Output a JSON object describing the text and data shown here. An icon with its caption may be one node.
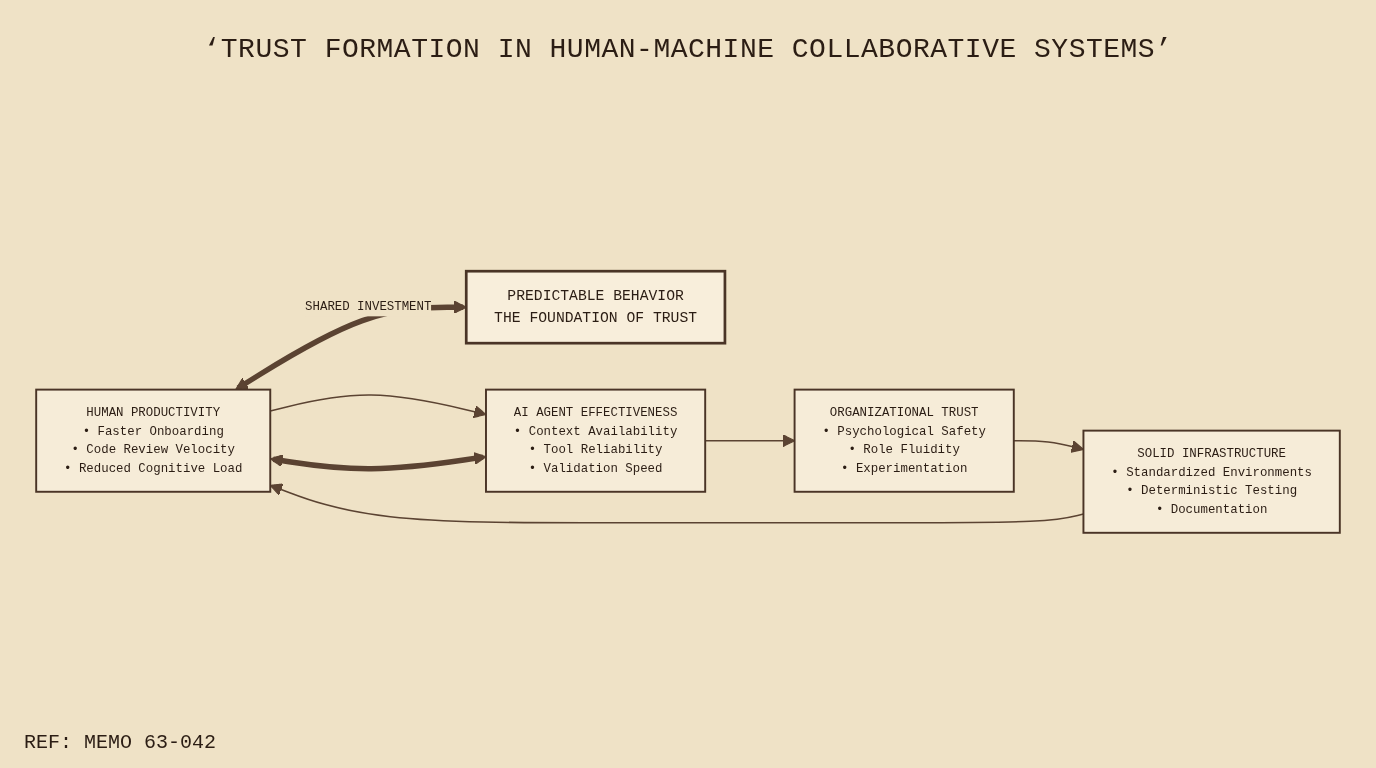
{
  "diagram": {
    "title": "‘TRUST FORMATION IN HUMAN-MACHINE COLLABORATIVE SYSTEMS’",
    "nodes": [
      {
        "text": [
          "HUMAN PRODUCTIVITY",
          "• Faster Onboarding",
          "• Code Review Velocity",
          "• Reduced Cognitive Load"
        ]
      },
      {
        "text": [
          "SOLID INFRASTRUCTURE",
          "• Standardized Environments",
          "• Deterministic Testing",
          "• Documentation"
        ]
      },
      {
        "text": [
          "PREDICTABLE BEHAVIOR",
          "THE FOUNDATION OF TRUST"
        ]
      },
      {
        "text": [
          "AI AGENT EFFECTIVENESS",
          "• Context Availability",
          "• Tool Reliability",
          "• Validation Speed"
        ]
      },
      {
        "text": [
          "ORGANIZATIONAL TRUST",
          "• Psychological Safety",
          "• Role Fluidity",
          "• Experimentation"
        ]
      }
    ],
    "edges": [
      {
        "from": 1,
        "to": 0,
        "arrow": "to"
      },
      {
        "from": 0,
        "to": 3,
        "arrow": "to"
      },
      {
        "from": 0,
        "to": 2,
        "arrow": "both",
        "label": "SHARED INVESTMENT",
        "style": "thick"
      },
      {
        "from": 0,
        "to": 3,
        "arrow": "both",
        "style": "thick"
      },
      {
        "from": 3,
        "to": 4,
        "arrow": "to"
      },
      {
        "from": 4,
        "to": 1,
        "arrow": "to"
      }
    ],
    "labels": [
      "REF: MEMO 63-042"
    ]
  }
}
